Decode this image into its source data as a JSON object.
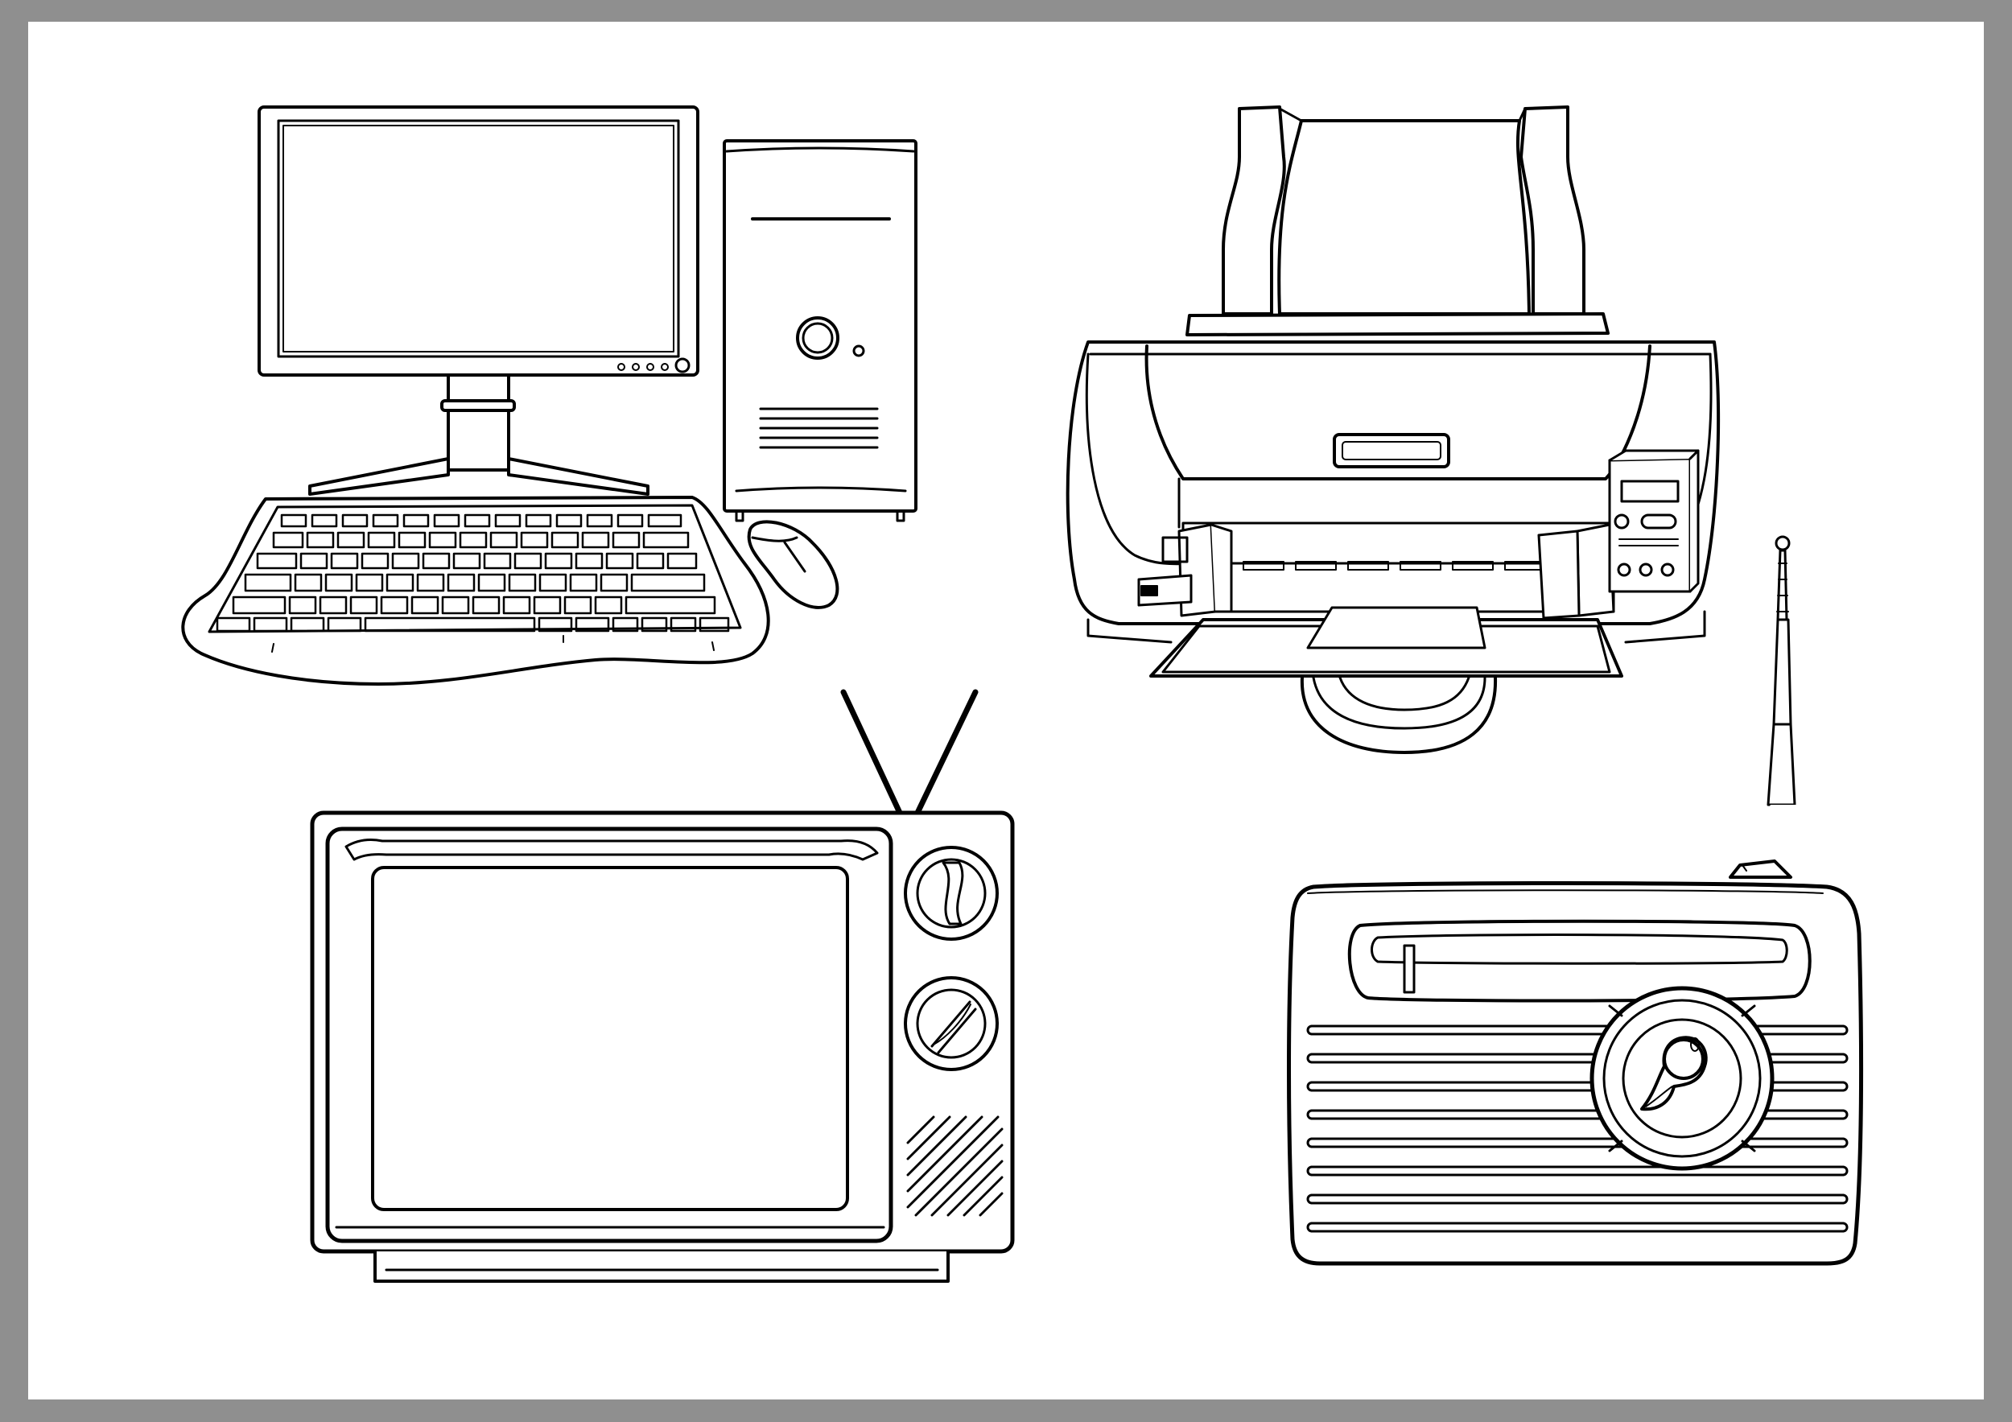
{
  "page": {
    "background": "#8f8f8f",
    "sheet_color": "#ffffff",
    "line_color": "#000000"
  },
  "illustrations": [
    {
      "id": "desktop-computer",
      "icon": "desktop-computer-icon"
    },
    {
      "id": "printer",
      "icon": "printer-icon"
    },
    {
      "id": "television",
      "icon": "television-icon"
    },
    {
      "id": "radio",
      "icon": "radio-icon"
    }
  ]
}
